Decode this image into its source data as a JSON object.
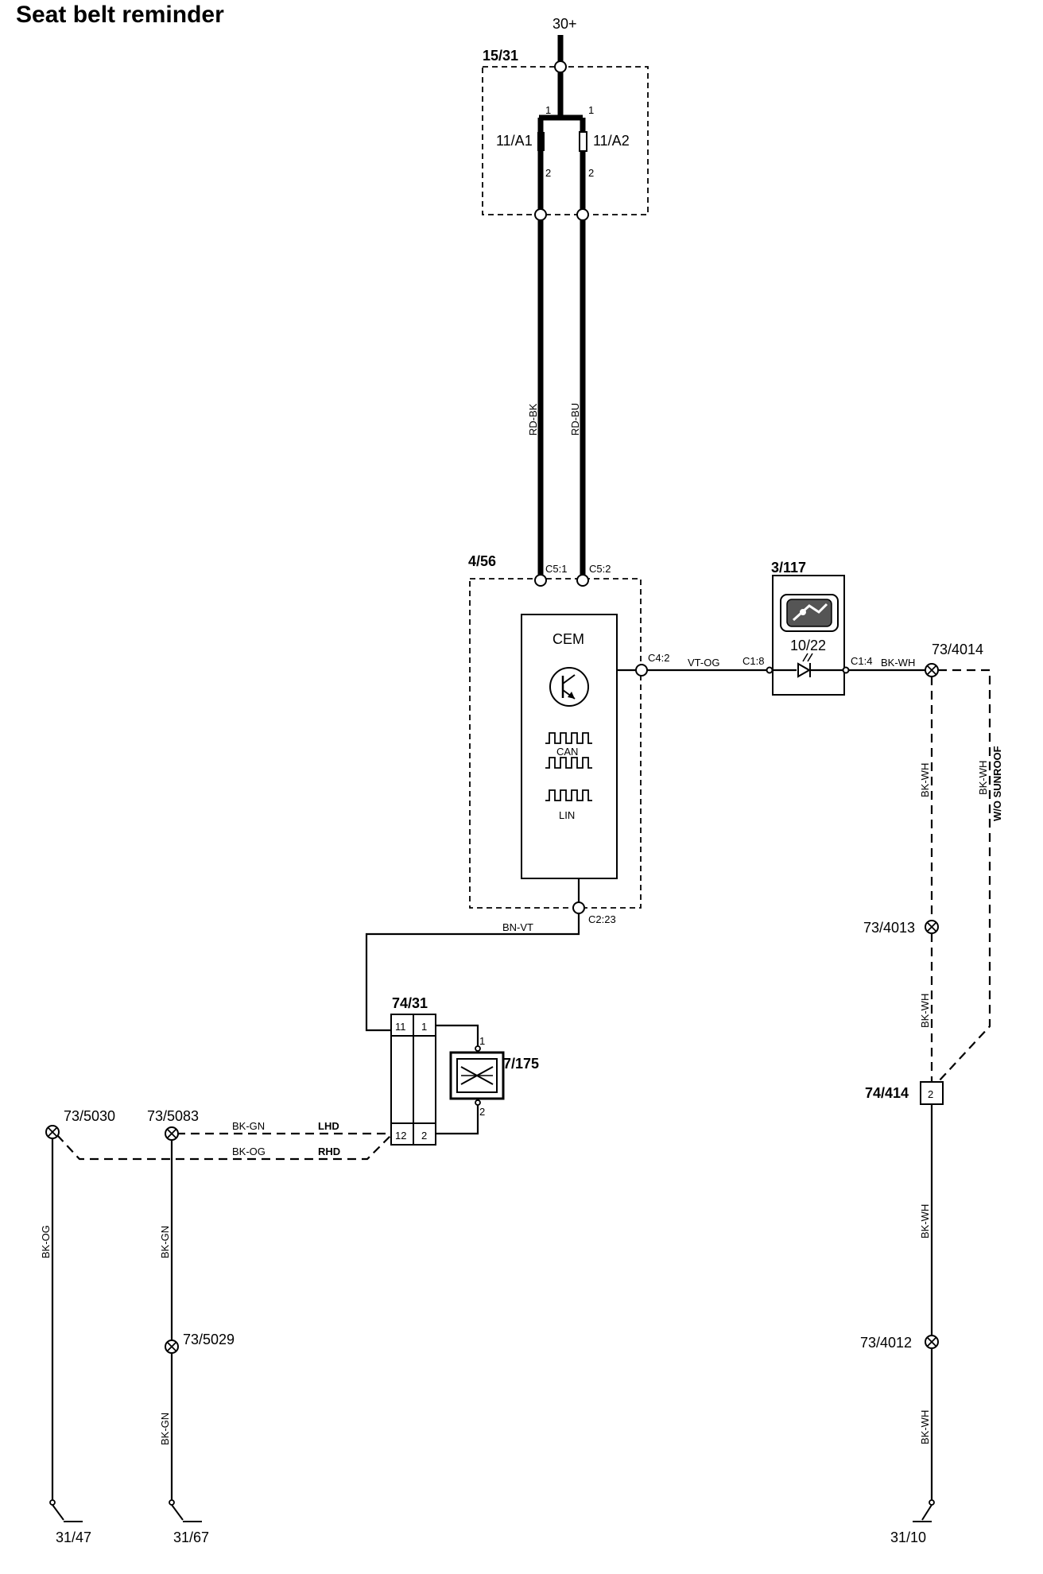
{
  "title": "Seat belt reminder",
  "supply": "30+",
  "components": {
    "fuse_box": "15/31",
    "fuse_a1": "11/A1",
    "fuse_a2": "11/A2",
    "cem_box": "4/56",
    "cem_label": "CEM",
    "can_label": "CAN",
    "lin_label": "LIN",
    "switch_box": "3/117",
    "indicator": "10/22",
    "connector": "74/31",
    "sensor": "7/175",
    "connector_414": "74/414"
  },
  "pins": {
    "fuse_1a": "1",
    "fuse_1b": "1",
    "fuse_2a": "2",
    "fuse_2b": "2",
    "c5_1": "C5:1",
    "c5_2": "C5:2",
    "c4_2": "C4:2",
    "c2_23": "C2:23",
    "c1_8": "C1:8",
    "c1_4": "C1:4",
    "conn_11": "11",
    "conn_1": "1",
    "conn_12": "12",
    "conn_2": "2",
    "sensor_1": "1",
    "sensor_2": "2",
    "pin_414": "2"
  },
  "wires": {
    "rd_bk": "RD-BK",
    "rd_bu": "RD-BU",
    "vt_og": "VT-OG",
    "bk_wh_1": "BK-WH",
    "bn_vt": "BN-VT",
    "bk_gn_lhd": "BK-GN",
    "bk_og_rhd": "BK-OG",
    "lhd": "LHD",
    "rhd": "RHD",
    "bk_og_left": "BK-OG",
    "bk_gn_1": "BK-GN",
    "bk_gn_2": "BK-GN",
    "bk_wh_2": "BK-WH",
    "bk_wh_sunroof": "BK-WH",
    "wo_sunroof": "W/O SUNROOF",
    "bk_wh_3": "BK-WH",
    "bk_wh_4": "BK-WH",
    "bk_wh_5": "BK-WH"
  },
  "splices": {
    "s4014": "73/4014",
    "s4013": "73/4013",
    "s4012": "73/4012",
    "s5030": "73/5030",
    "s5083": "73/5083",
    "s5029": "73/5029"
  },
  "grounds": {
    "g47": "31/47",
    "g67": "31/67",
    "g10": "31/10"
  }
}
